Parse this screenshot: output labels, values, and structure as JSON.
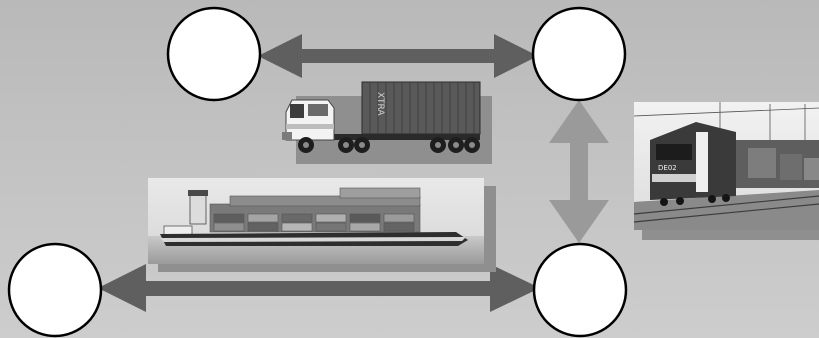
{
  "diagram": {
    "nodes": [
      {
        "id": "top-left"
      },
      {
        "id": "top-right"
      },
      {
        "id": "bottom-left"
      },
      {
        "id": "bottom-right"
      }
    ],
    "edges": [
      {
        "from": "top-left",
        "to": "top-right",
        "directed": "both"
      },
      {
        "from": "top-right",
        "to": "bottom-right",
        "directed": "both"
      },
      {
        "from": "bottom-left",
        "to": "bottom-right",
        "directed": "both"
      }
    ],
    "images": [
      {
        "subject": "truck-with-container",
        "container_text": "XTRA"
      },
      {
        "subject": "container-barge"
      },
      {
        "subject": "freight-train",
        "locomotive_text": "DE02"
      }
    ],
    "colors": {
      "background": "#c2c2c2",
      "arrow": "#5f5f5f",
      "arrow_vertical": "#9a9a9a",
      "node_fill": "#ffffff",
      "node_stroke": "#000000",
      "photo_shadow": "#8f8f8f"
    }
  }
}
